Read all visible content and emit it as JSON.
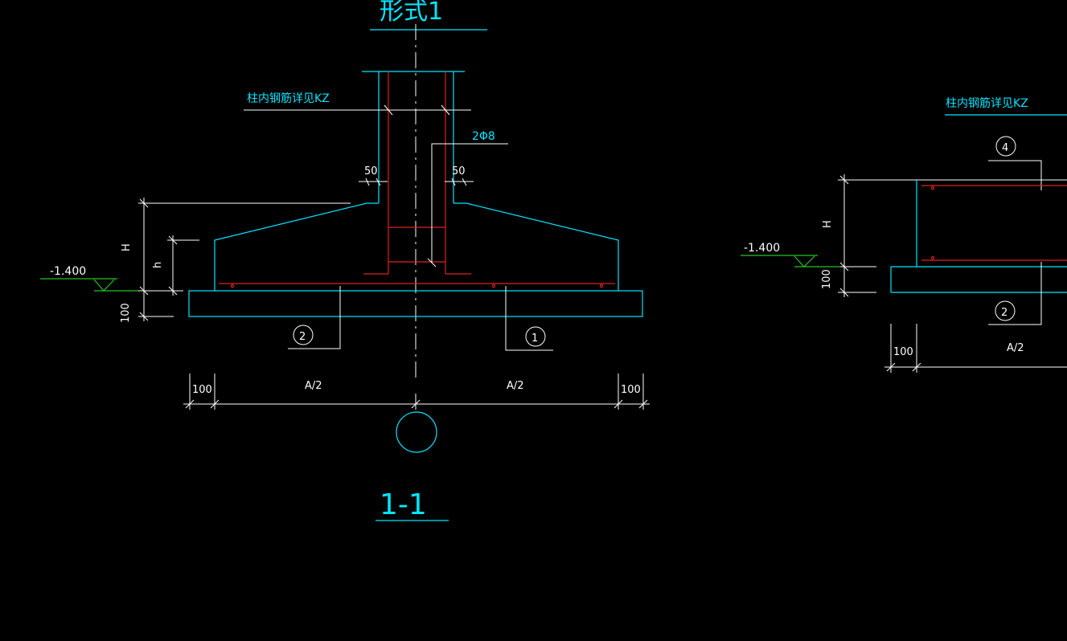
{
  "drawing": {
    "title": "形式1",
    "section_label": "1-1",
    "column_rebar_note": "柱内钢筋详见KZ",
    "stirrup_note": "2Φ8",
    "dim_50": "50",
    "dim_H": "H",
    "dim_h": "h",
    "dim_100": "100",
    "dim_A2": "A/2",
    "elevation": "-1.400",
    "bubble_1": "1",
    "bubble_2": "2",
    "bubble_4": "4"
  },
  "colors": {
    "background": "#000000",
    "outline": "#00e5ff",
    "rebar": "#e02020",
    "dimension": "#ffffff",
    "ground": "#23c223"
  }
}
